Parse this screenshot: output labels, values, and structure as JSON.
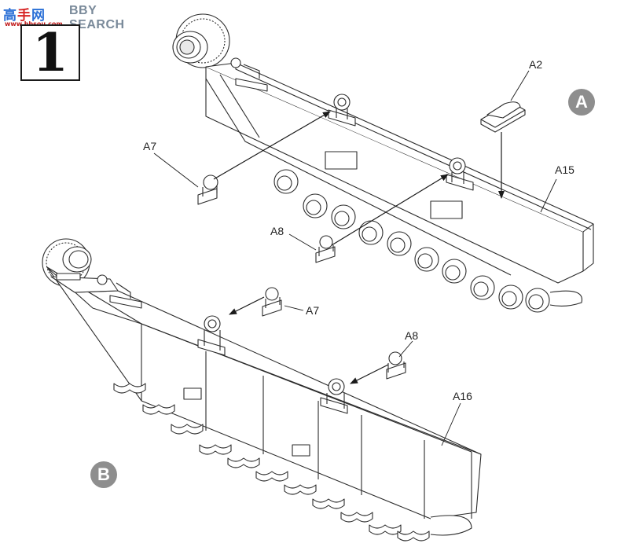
{
  "watermark": {
    "logo_blue": "高",
    "logo_red": "手",
    "logo_blue2": "网",
    "search": "BBY SEARCH",
    "domain": "www.hbsou.com"
  },
  "step": {
    "number": "1"
  },
  "assemblies": [
    {
      "badge": "A"
    },
    {
      "badge": "B"
    }
  ],
  "callouts": {
    "a2": "A2",
    "a7_top": "A7",
    "a8_top": "A8",
    "a15": "A15",
    "a7_bottom": "A7",
    "a8_bottom": "A8",
    "a16": "A16"
  },
  "colors": {
    "line": "#2b2b2b",
    "fill": "#ffffff",
    "badge": "#8e8e8e"
  }
}
